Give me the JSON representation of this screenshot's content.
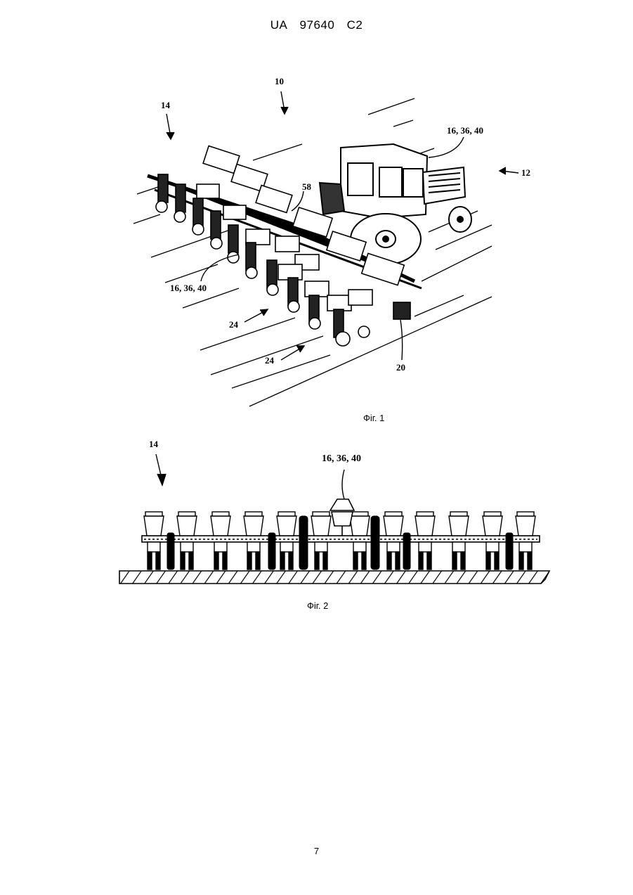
{
  "header": {
    "country": "UA",
    "number": "97640",
    "kind": "C2"
  },
  "figure1": {
    "caption": "Фіг. 1",
    "labels": {
      "l10": "10",
      "l14": "14",
      "l12": "12",
      "l58": "58",
      "l16a": "16, 36, 40",
      "l16b": "16, 36, 40",
      "l24a": "24",
      "l24b": "24",
      "l20": "20"
    }
  },
  "figure2": {
    "caption": "Фіг. 2",
    "labels": {
      "l14": "14",
      "l16": "16, 36, 40"
    }
  },
  "page_number": "7"
}
